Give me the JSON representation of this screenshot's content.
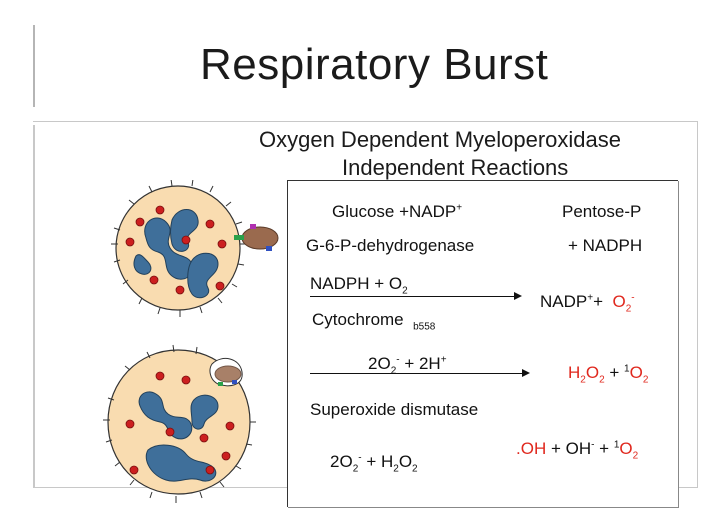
{
  "slide": {
    "title": "Respiratory Burst",
    "subtitle_line1": "Oxygen Dependent Myeloperoxidase",
    "subtitle_line2": "Independent Reactions"
  },
  "reactions": {
    "r1": {
      "reactant": "Glucose +NADP",
      "reactant_sup": "+",
      "enzyme": "G-6-P-dehydrogenase",
      "product_line1": "Pentose-P",
      "product_line2": "+ NADPH"
    },
    "r2": {
      "reactant": "NADPH + O",
      "reactant_sub": "2",
      "enzyme": "Cytochrome",
      "enzyme_sub": "b558",
      "product_main": "NADP",
      "product_sup": "+",
      "product_plus": "+",
      "product_o": "O",
      "product_o_sub": "2",
      "product_o_sup": "-"
    },
    "r3": {
      "reactant_a": "2O",
      "reactant_a_sub": "2",
      "reactant_a_sup": "-",
      "reactant_b": " + 2H",
      "reactant_b_sup": "+",
      "enzyme": "Superoxide dismutase",
      "product_h": "H",
      "product_h_sub": "2",
      "product_o": "O",
      "product_o_sub": "2",
      "product_plus": " + ",
      "product_singlet_sup": "1",
      "product_singlet": "O",
      "product_singlet_sub": "2"
    },
    "r4": {
      "reactant_a": "2O",
      "reactant_a_sub": "2",
      "reactant_a_sup": "-",
      "reactant_b": " + H",
      "reactant_b_sub": "2",
      "reactant_c": "O",
      "reactant_c_sub": "2",
      "product_oh": ".OH",
      "product_mid": " + OH",
      "product_mid_sup": "-",
      "product_plus": " + ",
      "product_singlet_sup": "1",
      "product_singlet": "O",
      "product_singlet_sub": "2"
    }
  },
  "colors": {
    "accent_red": "#e0281e",
    "cell_fill": "#f9dcb0",
    "nucleus": "#3f6f9a",
    "granule": "#cc1f1f",
    "bacterium": "#9a6a4e"
  }
}
